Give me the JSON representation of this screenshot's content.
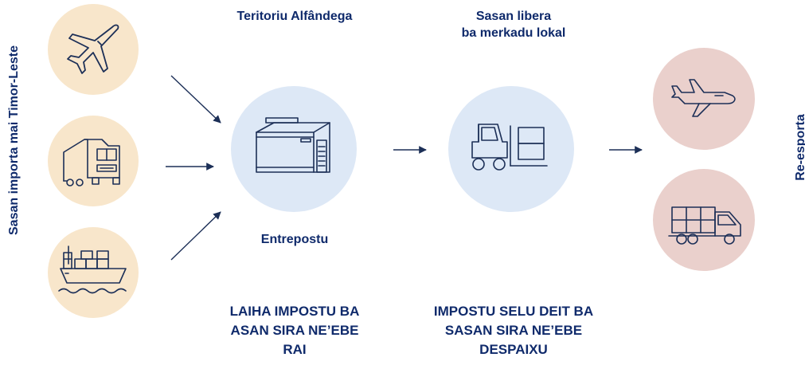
{
  "labels": {
    "left_vertical": "Sasan importa  mai Timor-Leste",
    "right_vertical": "Re-esporta",
    "customs_territory": "Teritoriu Alfândega",
    "free_goods_line1": "Sasan libera",
    "free_goods_line2": "ba merkadu lokal",
    "warehouse": "Entrepostu",
    "no_tax_line1": "LAIHA IMPOSTU BA",
    "no_tax_line2": "ASAN SIRA NE’EBE",
    "no_tax_line3": "RAI",
    "tax_paid_line1": "IMPOSTU SELU DEIT BA",
    "tax_paid_line2": "SASAN SIRA NE’EBE",
    "tax_paid_line3": "DESPAIXU"
  },
  "icons": {
    "import_air": "airplane-icon",
    "import_road": "truck-icon",
    "import_sea": "cargo-ship-icon",
    "warehouse": "warehouse-icon",
    "local_market": "forklift-icon",
    "export_air": "airplane-icon",
    "export_road": "delivery-truck-icon"
  },
  "colors": {
    "import_circle": "#f8e6cb",
    "warehouse_circle": "#dde8f6",
    "export_circle": "#ead0cc",
    "text": "#0f2a6b",
    "icon_stroke": "#1c2f57"
  }
}
